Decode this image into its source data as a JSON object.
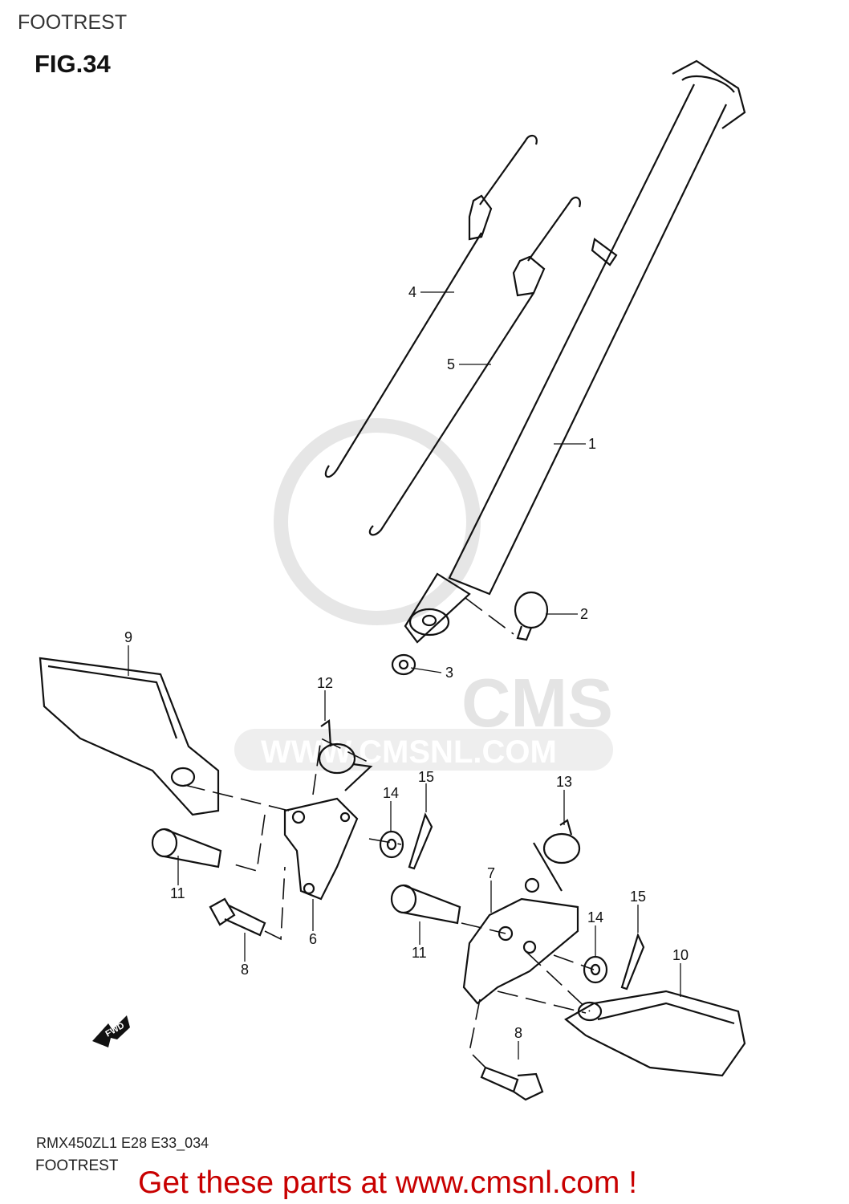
{
  "header": {
    "section_title": "FOOTREST",
    "figure_label": "FIG.34"
  },
  "diagram": {
    "callouts": [
      "1",
      "2",
      "3",
      "4",
      "5",
      "6",
      "7",
      "8",
      "8",
      "9",
      "10",
      "11",
      "11",
      "12",
      "13",
      "14",
      "14",
      "15",
      "15"
    ],
    "direction_marker": "FWD",
    "watermark": {
      "logo_text": "CMS",
      "url_text": "WWW.CMSNL.COM"
    }
  },
  "footer": {
    "model_code": "RMX450ZL1 E28 E33_034",
    "section_name": "FOOTREST",
    "promo": "Get these parts at www.cmsnl.com !"
  },
  "colors": {
    "promo": "#c80000",
    "line": "#111111",
    "watermark": "#e4e4e4"
  }
}
